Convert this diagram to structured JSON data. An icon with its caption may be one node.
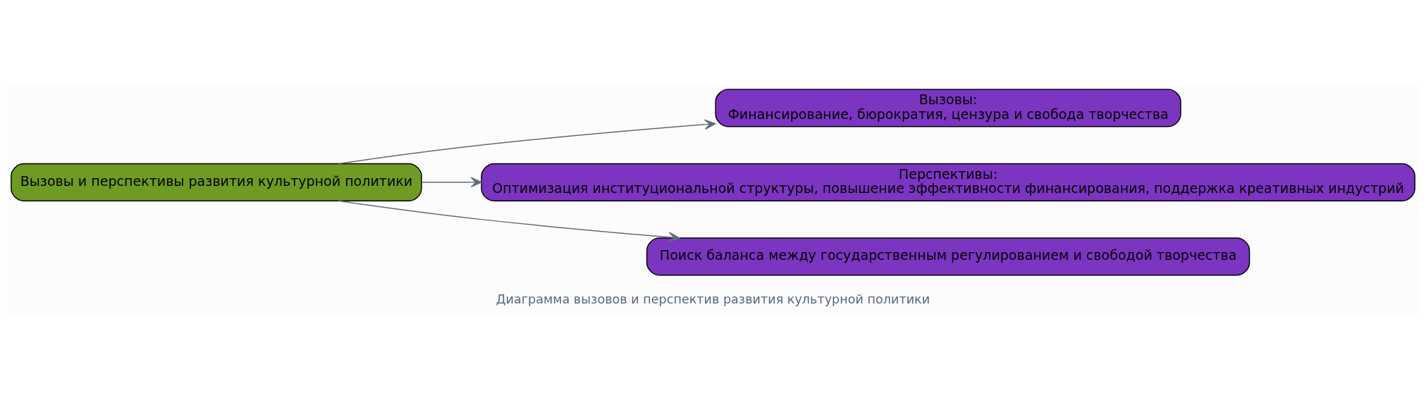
{
  "diagram": {
    "title": "Диаграмма вызовов и перспектив развития культурной политики",
    "nodes": [
      {
        "text": [
          "Вызовы и перспективы развития культурной политики"
        ]
      },
      {
        "text": [
          "Вызовы:",
          "Финансирование, бюрократия, цензура и свобода творчества"
        ]
      },
      {
        "text": [
          "Перспективы:",
          "Оптимизация институциональной структуры, повышение эффективности финансирования, поддержка креативных индустрий"
        ]
      },
      {
        "text": [
          "Поиск баланса между государственным регулированием и свободой творчества"
        ]
      }
    ],
    "edges": [
      {
        "from": 0,
        "to": 1,
        "arrow": "to"
      },
      {
        "from": 0,
        "to": 2,
        "arrow": "to"
      },
      {
        "from": 0,
        "to": 3,
        "arrow": "to"
      }
    ]
  }
}
